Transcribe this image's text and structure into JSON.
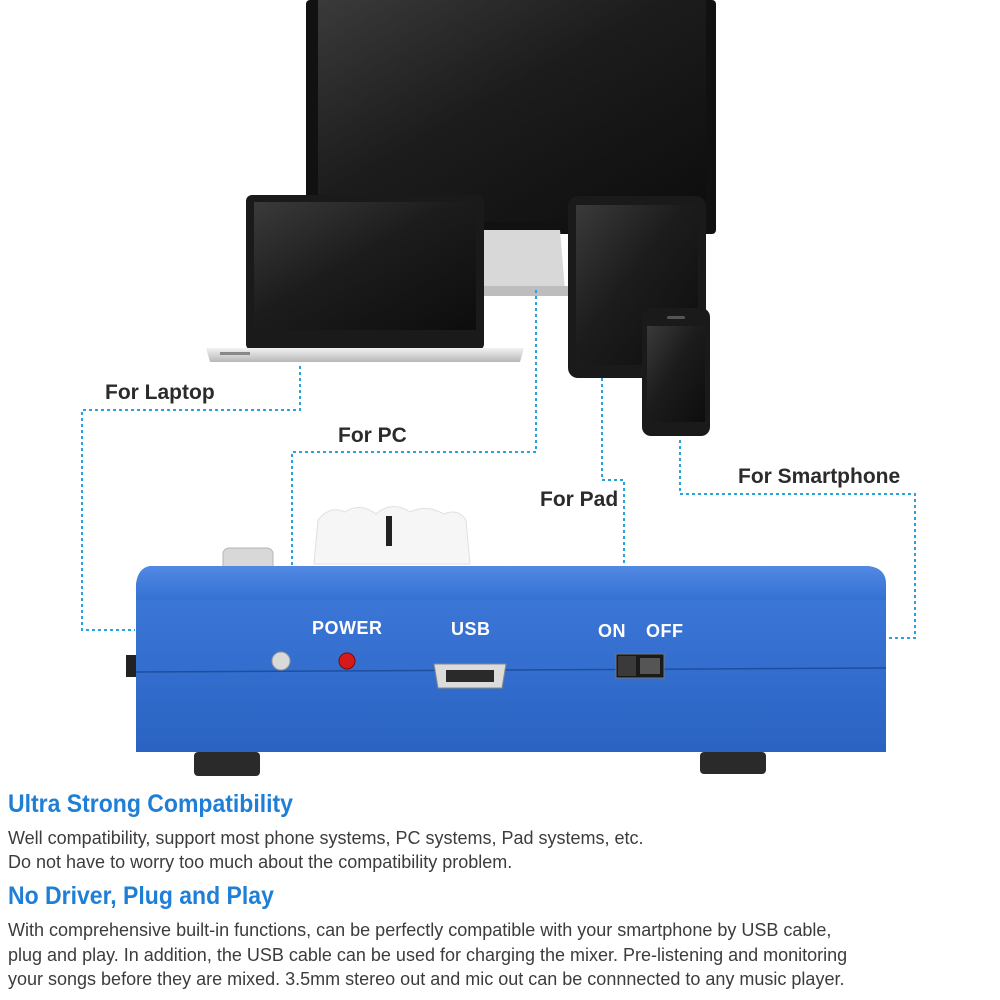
{
  "labels": {
    "laptop": "For Laptop",
    "pc": "For PC",
    "pad": "For Pad",
    "smartphone": "For Smartphone"
  },
  "device_panel": {
    "power": "POWER",
    "usb": "USB",
    "on": "ON",
    "off": "OFF"
  },
  "sections": [
    {
      "heading": "Ultra Strong Compatibility",
      "lines": [
        "Well compatibility, support most phone systems, PC systems, Pad systems, etc.",
        "Do not have to worry too much about the compatibility problem."
      ]
    },
    {
      "heading": "No Driver, Plug and Play",
      "lines": [
        "With comprehensive built-in functions, can be perfectly compatible with your smartphone by USB cable,",
        "plug and play. In addition, the USB cable can be used for charging the mixer. Pre-listening and monitoring",
        " your songs before they are mixed. 3.5mm stereo out and mic out can be connnected to any music player."
      ]
    }
  ],
  "colors": {
    "accent": "#1f7fd6",
    "device_blue": "#2f6fd0",
    "dashed_line": "#2aa3dc"
  }
}
